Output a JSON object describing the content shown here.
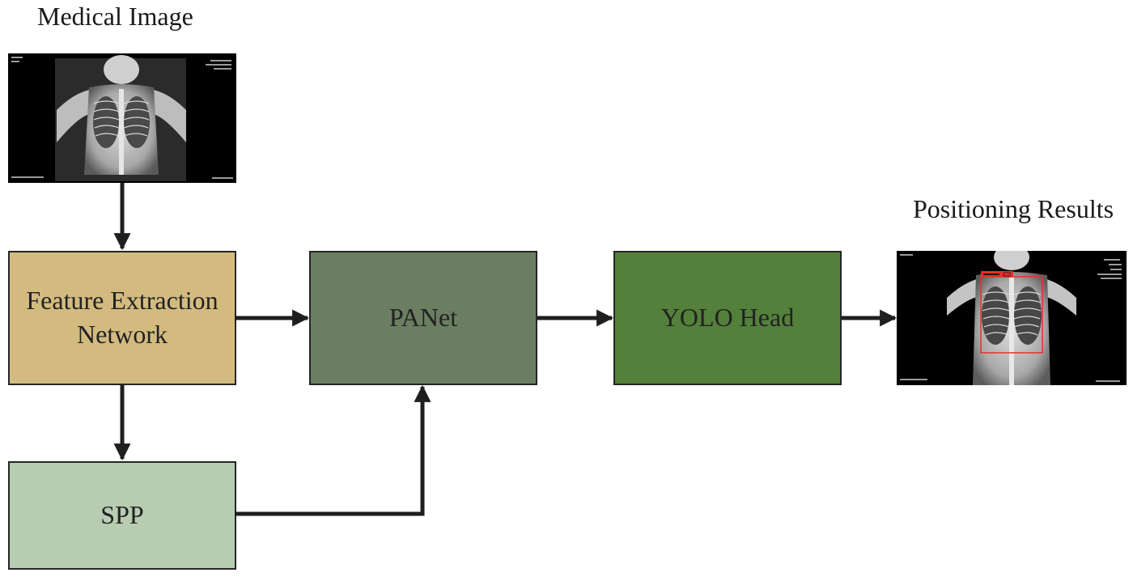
{
  "captions": {
    "input": "Medical Image",
    "output": "Positioning Results"
  },
  "blocks": {
    "feature_extraction": "Feature Extraction\nNetwork",
    "panet": "PANet",
    "yolo_head": "YOLO Head",
    "spp": "SPP"
  },
  "colors": {
    "feature_extraction": "#d3bb80",
    "panet": "#6b7e61",
    "yolo_head": "#53803a",
    "spp": "#b8ccb2",
    "arrow": "#1f1f1f",
    "detection_box": "#e8302a"
  }
}
